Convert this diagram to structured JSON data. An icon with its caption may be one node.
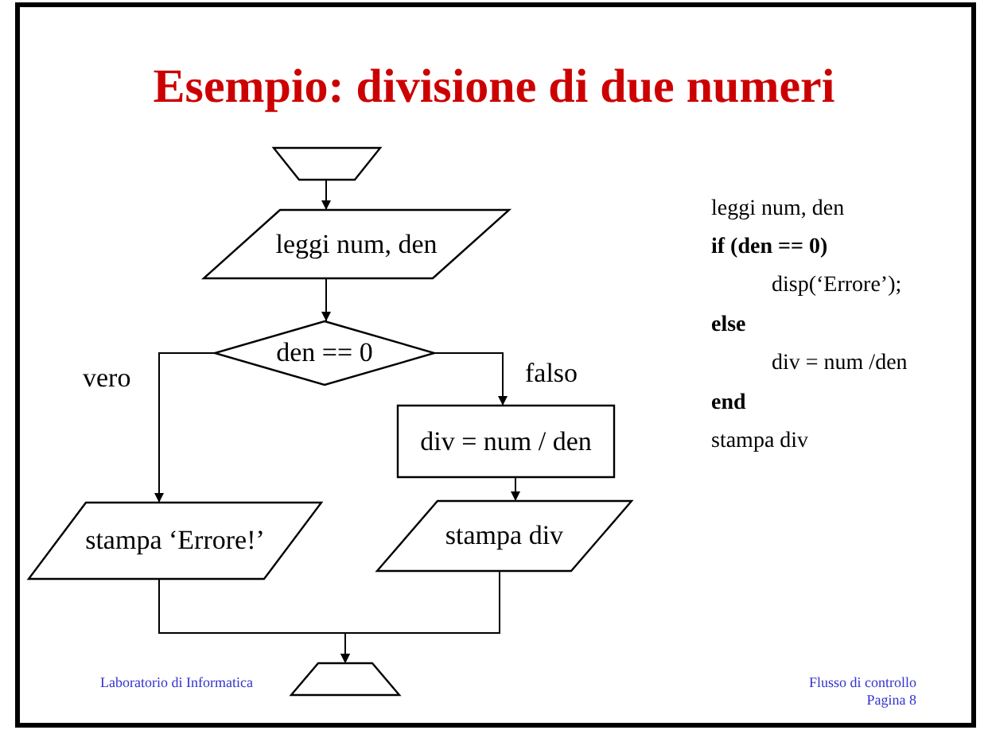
{
  "diagram": {
    "title": "Esempio: divisione di due numeri",
    "nodes": [
      {
        "text": [],
        "shape": "trapezoid"
      },
      {
        "text": [
          "leggi num, den"
        ]
      },
      {
        "text": [
          "den == 0"
        ]
      },
      {
        "text": [
          "div = num / den"
        ]
      },
      {
        "text": [
          "stampa ‘Errore!’"
        ]
      },
      {
        "text": [
          "stampa div"
        ]
      },
      {
        "text": [],
        "shape": "trapezoid"
      }
    ],
    "edges": [
      {
        "from": 0,
        "to": 1,
        "arrow": "to"
      },
      {
        "from": 1,
        "to": 2,
        "arrow": "to"
      },
      {
        "from": 2,
        "to": 4,
        "arrow": "to",
        "label": "vero"
      },
      {
        "from": 2,
        "to": 3,
        "arrow": "to",
        "label": "falso"
      },
      {
        "from": 3,
        "to": 5,
        "arrow": "to"
      },
      {
        "from": 4,
        "to": 6,
        "arrow": "to"
      },
      {
        "from": 5,
        "to": 6,
        "arrow": "to"
      }
    ],
    "labels": [
      "leggi num, den",
      "if (den == 0)",
      "disp(‘Errore’);",
      "else",
      "div = num /den",
      "end",
      "stampa div",
      "Laboratorio di Informatica",
      "Flusso di controllo",
      "Pagina 8"
    ]
  }
}
